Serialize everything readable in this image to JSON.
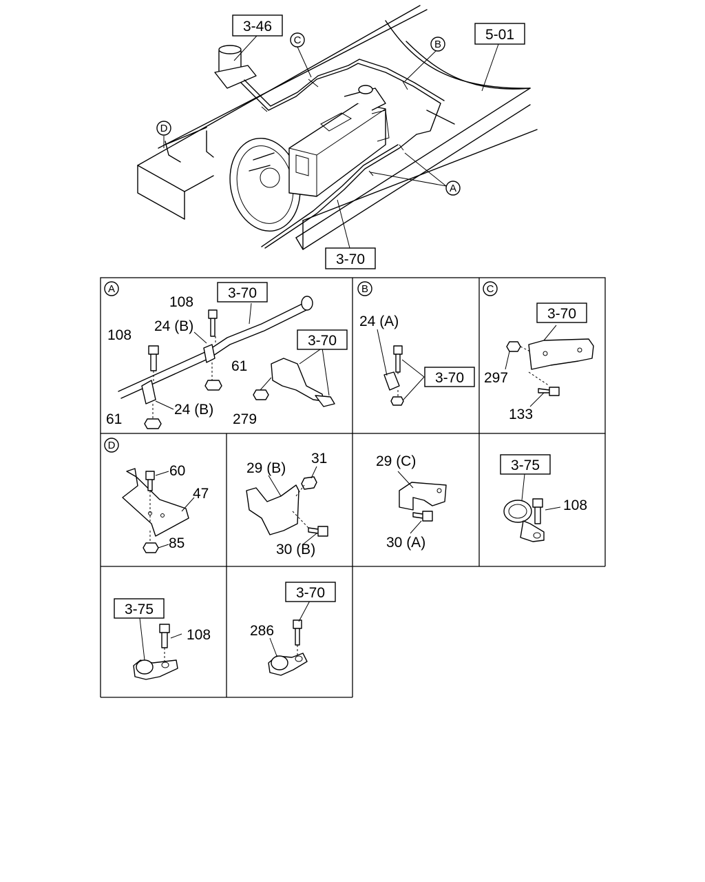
{
  "overview": {
    "refs": {
      "r346": "3-46",
      "r501": "5-01",
      "r370": "3-70"
    },
    "callouts": {
      "a": "A",
      "b": "B",
      "c": "C",
      "d": "D"
    }
  },
  "panel_a": {
    "letter": "A",
    "ref": "3-70",
    "ref2": "3-70",
    "parts": {
      "p108_top": "108",
      "p24b_top": "24 (B)",
      "p108_left": "108",
      "p61_right": "61",
      "p24b_bottom": "24 (B)",
      "p61_bottom": "61",
      "p279": "279"
    }
  },
  "panel_b": {
    "letter": "B",
    "ref": "3-70",
    "parts": {
      "p24a": "24 (A)"
    }
  },
  "panel_c": {
    "letter": "C",
    "ref": "3-70",
    "parts": {
      "p297": "297",
      "p133": "133"
    }
  },
  "panel_d": {
    "letter": "D",
    "parts": {
      "p60": "60",
      "p47": "47",
      "p85": "85"
    }
  },
  "panel_29b": {
    "parts": {
      "p29b": "29 (B)",
      "p31": "31",
      "p30b": "30 (B)"
    }
  },
  "panel_29c": {
    "parts": {
      "p29c": "29 (C)",
      "p30a": "30 (A)"
    }
  },
  "panel_375a": {
    "ref": "3-75",
    "parts": {
      "p108": "108"
    }
  },
  "panel_375b": {
    "ref": "3-75",
    "parts": {
      "p108": "108"
    }
  },
  "panel_286": {
    "ref": "3-70",
    "parts": {
      "p286": "286"
    }
  }
}
